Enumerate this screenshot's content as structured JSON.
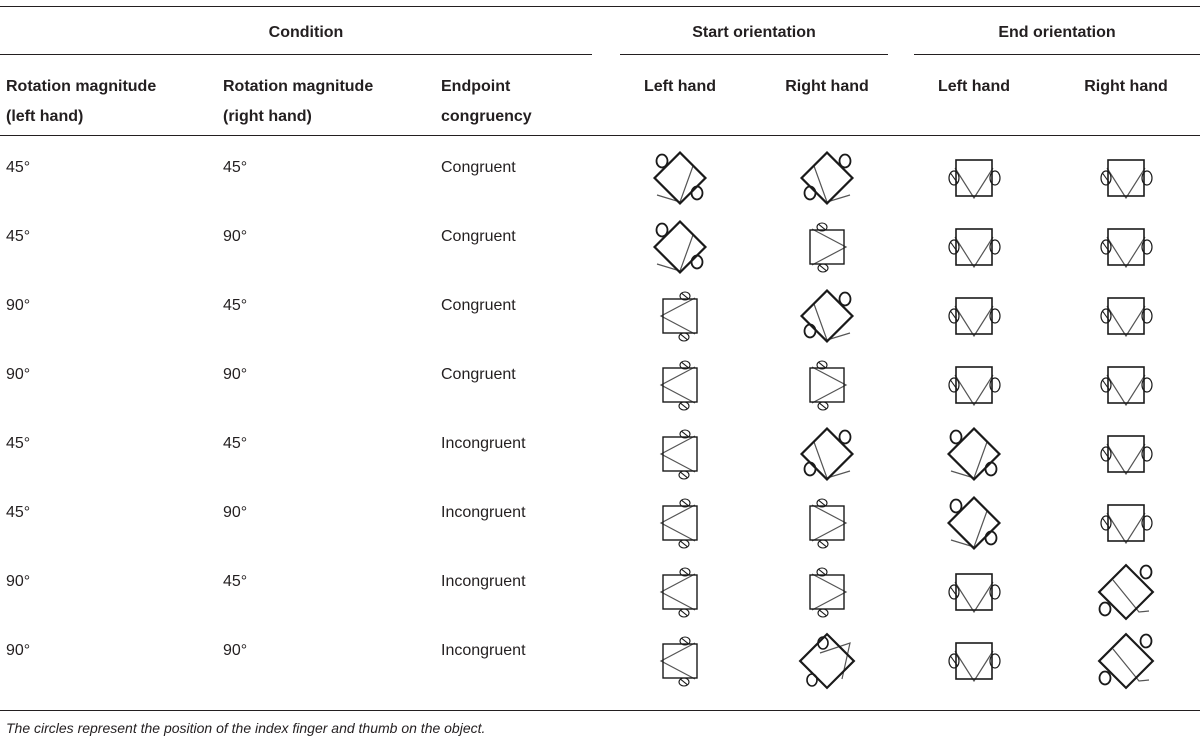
{
  "table": {
    "group_headers": {
      "condition": "Condition",
      "start": "Start orientation",
      "end": "End orientation"
    },
    "column_headers": {
      "rot_left": "Rotation magnitude\n(left hand)",
      "rot_right": "Rotation magnitude\n(right hand)",
      "congruency": "Endpoint\ncongruency",
      "start_left": "Left hand",
      "start_right": "Right hand",
      "end_left": "Left hand",
      "end_right": "Right hand"
    },
    "rows": [
      {
        "rot_left": "45°",
        "rot_right": "45°",
        "congruency": "Congruent",
        "glyphs": [
          "tilt-thumb-left",
          "tilt-thumb-right",
          "upright-both",
          "upright-both"
        ]
      },
      {
        "rot_left": "45°",
        "rot_right": "90°",
        "congruency": "Congruent",
        "glyphs": [
          "tilt-thumb-left",
          "side-vertical-right",
          "upright-both",
          "upright-both"
        ]
      },
      {
        "rot_left": "90°",
        "rot_right": "45°",
        "congruency": "Congruent",
        "glyphs": [
          "side-vertical-left",
          "tilt-thumb-right",
          "upright-both",
          "upright-both"
        ]
      },
      {
        "rot_left": "90°",
        "rot_right": "90°",
        "congruency": "Congruent",
        "glyphs": [
          "side-vertical-left",
          "side-vertical-right",
          "upright-both",
          "upright-both"
        ]
      },
      {
        "rot_left": "45°",
        "rot_right": "45°",
        "congruency": "Incongruent",
        "glyphs": [
          "side-vertical-left",
          "tilt-thumb-right",
          "tilt-thumb-left",
          "upright-both"
        ]
      },
      {
        "rot_left": "45°",
        "rot_right": "90°",
        "congruency": "Incongruent",
        "glyphs": [
          "side-vertical-left",
          "side-vertical-right",
          "tilt-thumb-left",
          "upright-both"
        ]
      },
      {
        "rot_left": "90°",
        "rot_right": "45°",
        "congruency": "Incongruent",
        "glyphs": [
          "side-vertical-left",
          "side-vertical-right",
          "upright-both",
          "tilt-thumb-right-low"
        ]
      },
      {
        "rot_left": "90°",
        "rot_right": "90°",
        "congruency": "Incongruent",
        "glyphs": [
          "side-vertical-left",
          "tilt-thumb-right-up",
          "upright-both",
          "tilt-thumb-right-low"
        ]
      }
    ]
  },
  "footnote": "The circles represent the position of the index finger and thumb on the object."
}
